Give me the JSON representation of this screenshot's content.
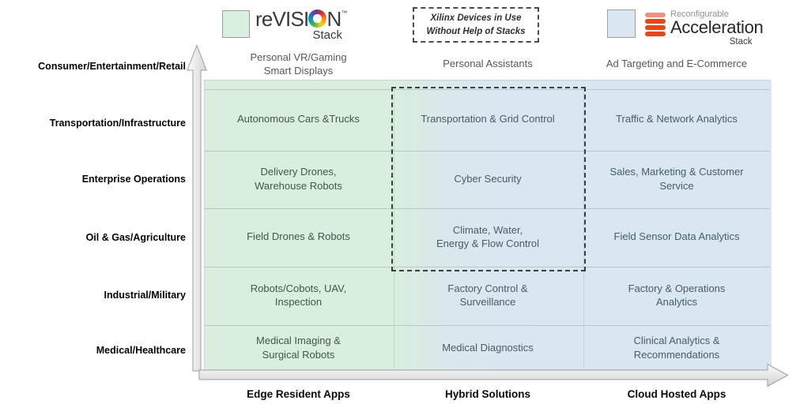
{
  "legend": {
    "revision": {
      "word_left": "reVISI",
      "word_right": "N",
      "tm": "™",
      "sub": "Stack",
      "swatch_color": "#d9efdf",
      "o_icon": "rainbow-swirl-ring"
    },
    "no_stack_box": {
      "line1": "Xilinx Devices in Use",
      "line2": "Without Help of Stacks"
    },
    "acceleration": {
      "brand_top": "Reconfigurable",
      "brand_main": "Acceleration",
      "sub": "Stack",
      "swatch_color": "#dbe7f3",
      "bars_icon": "stacked-orange-bars"
    }
  },
  "matrix": {
    "row_labels": [
      "Consumer/Entertainment/Retail",
      "Transportation/Infrastructure",
      "Enterprise Operations",
      "Oil & Gas/Agriculture",
      "Industrial/Military",
      "Medical/Healthcare"
    ],
    "top_row_cells": [
      "Personal VR/Gaming\nSmart Displays",
      "Personal Assistants",
      "Ad Targeting and E-Commerce"
    ],
    "body": [
      [
        "Autonomous Cars &Trucks",
        "Transportation & Grid Control",
        "Traffic & Network Analytics"
      ],
      [
        "Delivery Drones,\nWarehouse Robots",
        "Cyber Security",
        "Sales, Marketing & Customer\nService"
      ],
      [
        "Field Drones & Robots",
        "Climate, Water,\nEnergy & Flow Control",
        "Field Sensor Data Analytics"
      ],
      [
        "Robots/Cobots, UAV,\nInspection",
        "Factory Control &\nSurveillance",
        "Factory & Operations\nAnalytics"
      ],
      [
        "Medical Imaging &\nSurgical Robots",
        "Medical Diagnostics",
        "Clinical Analytics &\nRecommendations"
      ]
    ],
    "col_footers": [
      "Edge Resident Apps",
      "Hybrid Solutions",
      "Cloud Hosted Apps"
    ]
  },
  "colors": {
    "panel_green": "#d9eedd",
    "panel_blue": "#d9e7f2",
    "accent_orange": "#e84619",
    "dashed_border": "#3d3d3d",
    "cell_text_green": "#3e584e",
    "cell_text_blue": "#4a5b68",
    "header_text": "#57585a",
    "axis_gray": "#9e9e9e"
  }
}
